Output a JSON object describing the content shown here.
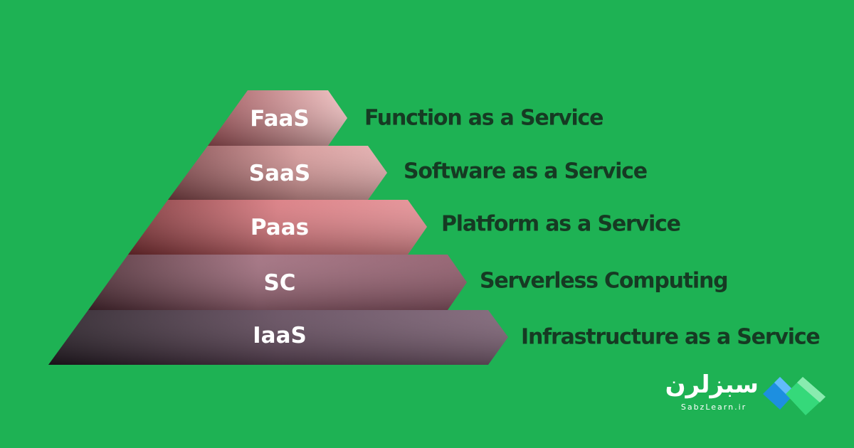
{
  "pyramid": {
    "layers": [
      {
        "abbr": "FaaS",
        "description": "Function as a Service"
      },
      {
        "abbr": "SaaS",
        "description": "Software as a Service"
      },
      {
        "abbr": "Paas",
        "description": "Platform as a Service"
      },
      {
        "abbr": "SC",
        "description": "Serverless Computing"
      },
      {
        "abbr": "IaaS",
        "description": "Infrastructure as a Service"
      }
    ]
  },
  "brand": {
    "name": "سبزلرن",
    "domain": "SabzLearn.ir"
  }
}
